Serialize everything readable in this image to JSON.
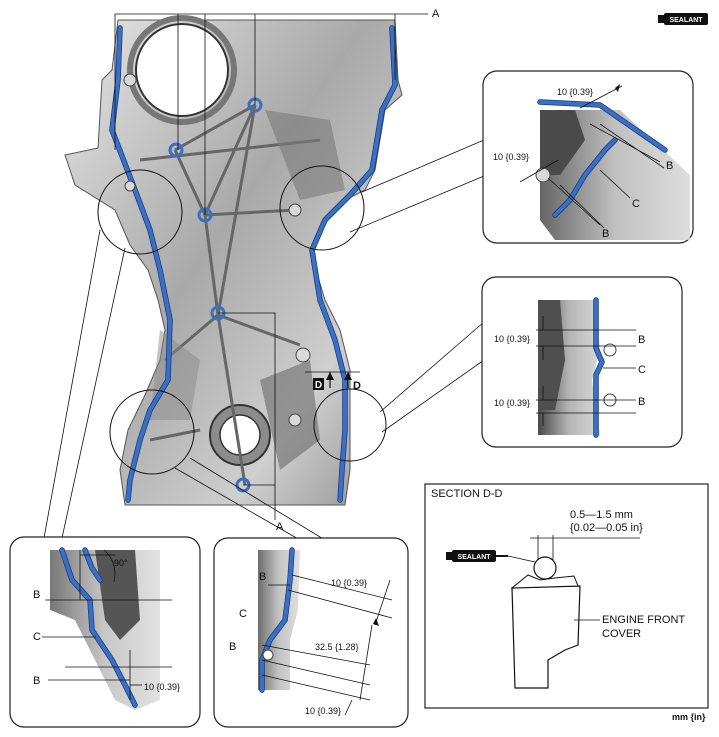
{
  "labels": {
    "a_top": "A",
    "a_bottom": "A",
    "section_marker_left": "D",
    "section_marker_right": "D",
    "unit": "mm {in}"
  },
  "sealant_tag": "SEALANT",
  "detail_top_right": {
    "dim_top": "10 {0.39}",
    "dim_left": "10 {0.39}",
    "b1": "B",
    "c": "C",
    "b2": "B"
  },
  "detail_mid_right": {
    "dim_top": "10 {0.39}",
    "dim_bottom": "10 {0.39}",
    "b1": "B",
    "c": "C",
    "b2": "B"
  },
  "detail_bottom_left": {
    "angle": "90°",
    "b1": "B",
    "c": "C",
    "b2": "B",
    "dim": "10 {0.39}"
  },
  "detail_bottom_center": {
    "dim_top": "10 {0.39}",
    "dim_mid": "32.5 {1.28}",
    "dim_bottom": "10 {0.39}",
    "b_top": "B",
    "c": "C",
    "b_bottom": "B"
  },
  "section": {
    "title": "SECTION D-D",
    "dim_line1": "0.5—1.5 mm",
    "dim_line2": "{0.02—0.05 in}",
    "part_line1": "ENGINE FRONT",
    "part_line2": "COVER",
    "sealant": "SEALANT"
  },
  "colors": {
    "sealant_bead": "#3a6fc4",
    "bead_outline": "#173a7a"
  }
}
